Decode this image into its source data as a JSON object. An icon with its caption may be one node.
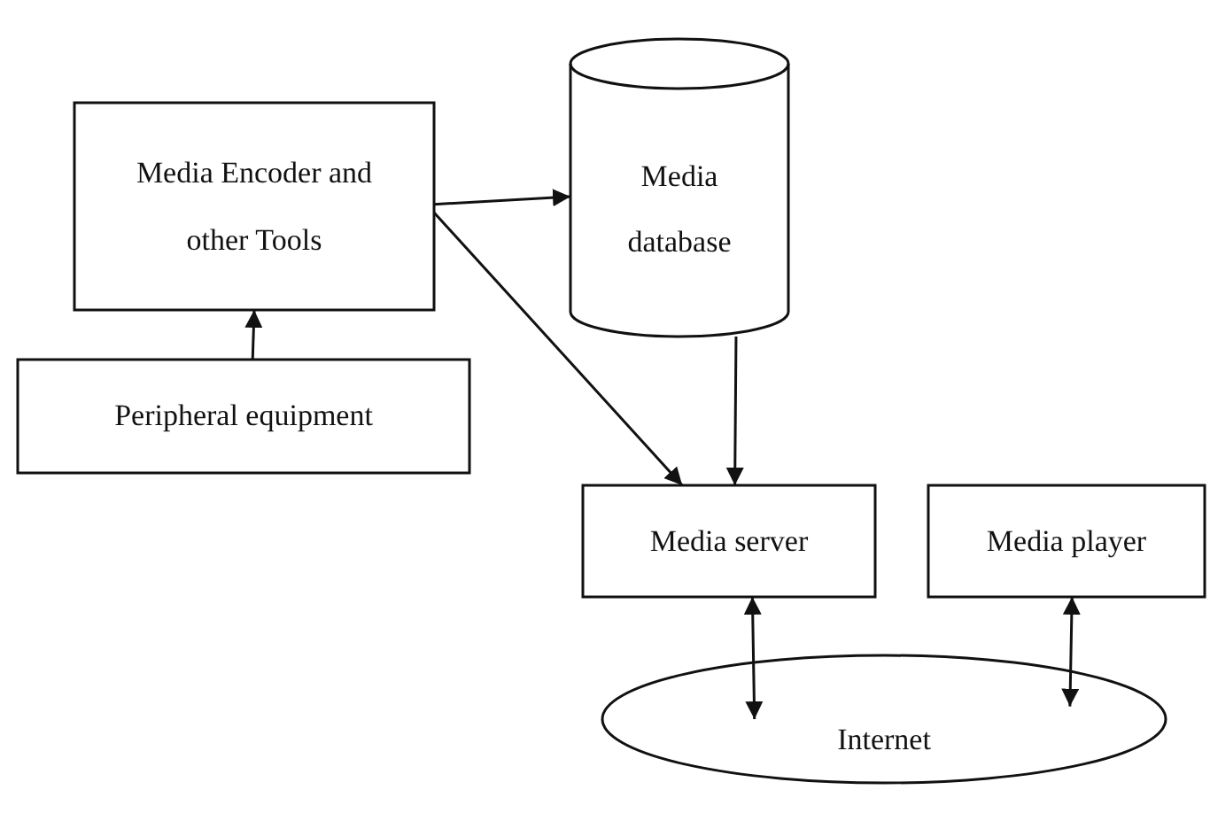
{
  "diagram": {
    "nodes": [
      {
        "text": [
          "Media Encoder and other Tools"
        ]
      },
      {
        "text": [
          "Media database"
        ]
      },
      {
        "text": [
          "Peripheral equipment"
        ]
      },
      {
        "text": [
          "Media server"
        ]
      },
      {
        "text": [
          "Media player"
        ]
      },
      {
        "text": [
          "Internet"
        ]
      }
    ],
    "edges": [
      {
        "from": 2,
        "to": 0,
        "arrow": "to"
      },
      {
        "from": 0,
        "to": 1,
        "arrow": "to"
      },
      {
        "from": 0,
        "to": 3,
        "arrow": "to"
      },
      {
        "from": 1,
        "to": 3,
        "arrow": "to"
      },
      {
        "from": 3,
        "to": 5,
        "arrow": "both"
      },
      {
        "from": 4,
        "to": 5,
        "arrow": "both"
      }
    ]
  }
}
